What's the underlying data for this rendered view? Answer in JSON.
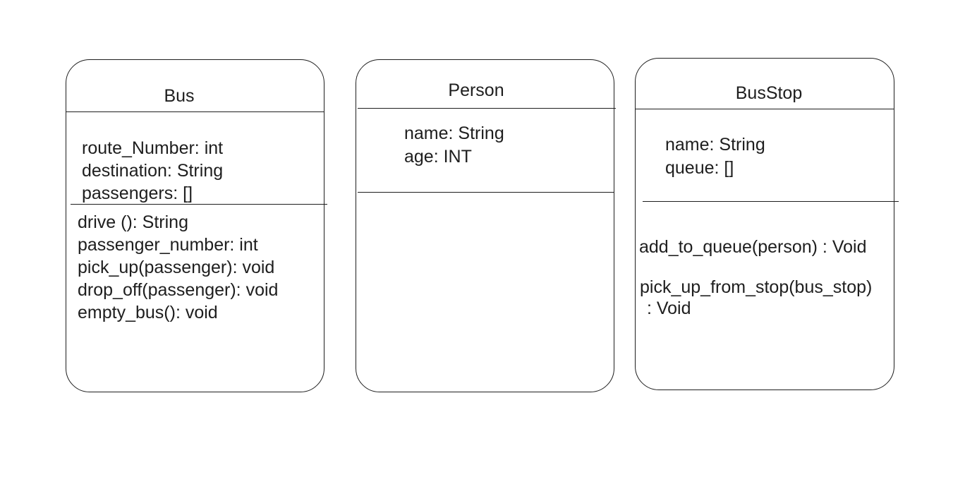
{
  "diagram": {
    "classes": [
      {
        "id": "bus",
        "name": "Bus",
        "attributes": [
          "route_Number: int",
          "destination: String",
          "passengers: []"
        ],
        "methods": [
          "drive (): String",
          "passenger_number: int",
          "pick_up(passenger): void",
          "drop_off(passenger): void",
          "empty_bus(): void"
        ]
      },
      {
        "id": "person",
        "name": "Person",
        "attributes": [
          "name: String",
          "age: INT"
        ],
        "methods": []
      },
      {
        "id": "busstop",
        "name": "BusStop",
        "attributes": [
          "name: String",
          "queue: []"
        ],
        "methods": [
          "add_to_queue(person) : Void",
          "pick_up_from_stop(bus_stop)",
          " : Void"
        ]
      }
    ]
  }
}
